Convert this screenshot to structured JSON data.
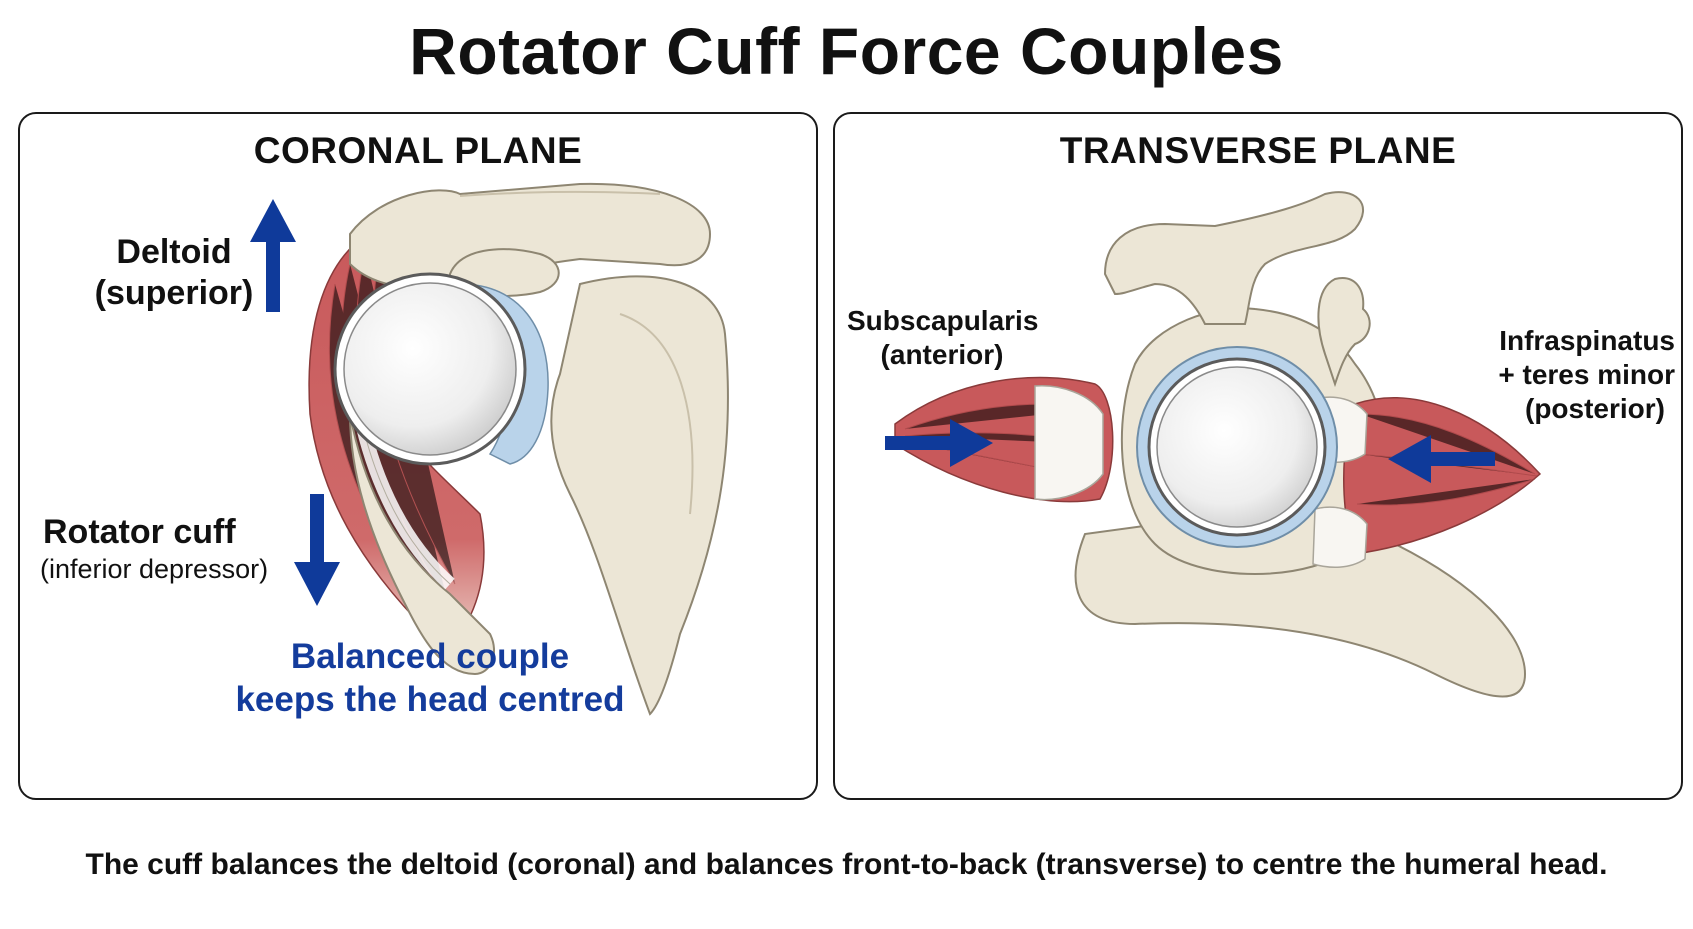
{
  "title": "Rotator Cuff Force Couples",
  "colors": {
    "arrow_blue": "#0f3a9a",
    "muscle_red": "#c8595b",
    "bone": "#ece6d6",
    "cartilage": "#b9d3ea",
    "accent_text": "#143c9c"
  },
  "panels": {
    "coronal": {
      "title": "CORONAL PLANE",
      "deltoid_line1": "Deltoid",
      "deltoid_line2": "(superior)",
      "cuff_line1": "Rotator cuff",
      "cuff_line2": "(inferior depressor)",
      "balance_line1": "Balanced couple",
      "balance_line2": "keeps the head centred",
      "icons": [
        "arrow-up-icon",
        "arrow-down-icon"
      ]
    },
    "transverse": {
      "title": "TRANSVERSE PLANE",
      "subscap_line1": "Subscapularis",
      "subscap_line2": "(anterior)",
      "infra_line1": "Infraspinatus",
      "infra_line2": "+ teres minor",
      "infra_line3": "(posterior)",
      "icons": [
        "arrow-right-icon",
        "arrow-left-icon"
      ]
    }
  },
  "caption": "The cuff balances the deltoid (coronal) and balances front-to-back (transverse) to centre the humeral head."
}
